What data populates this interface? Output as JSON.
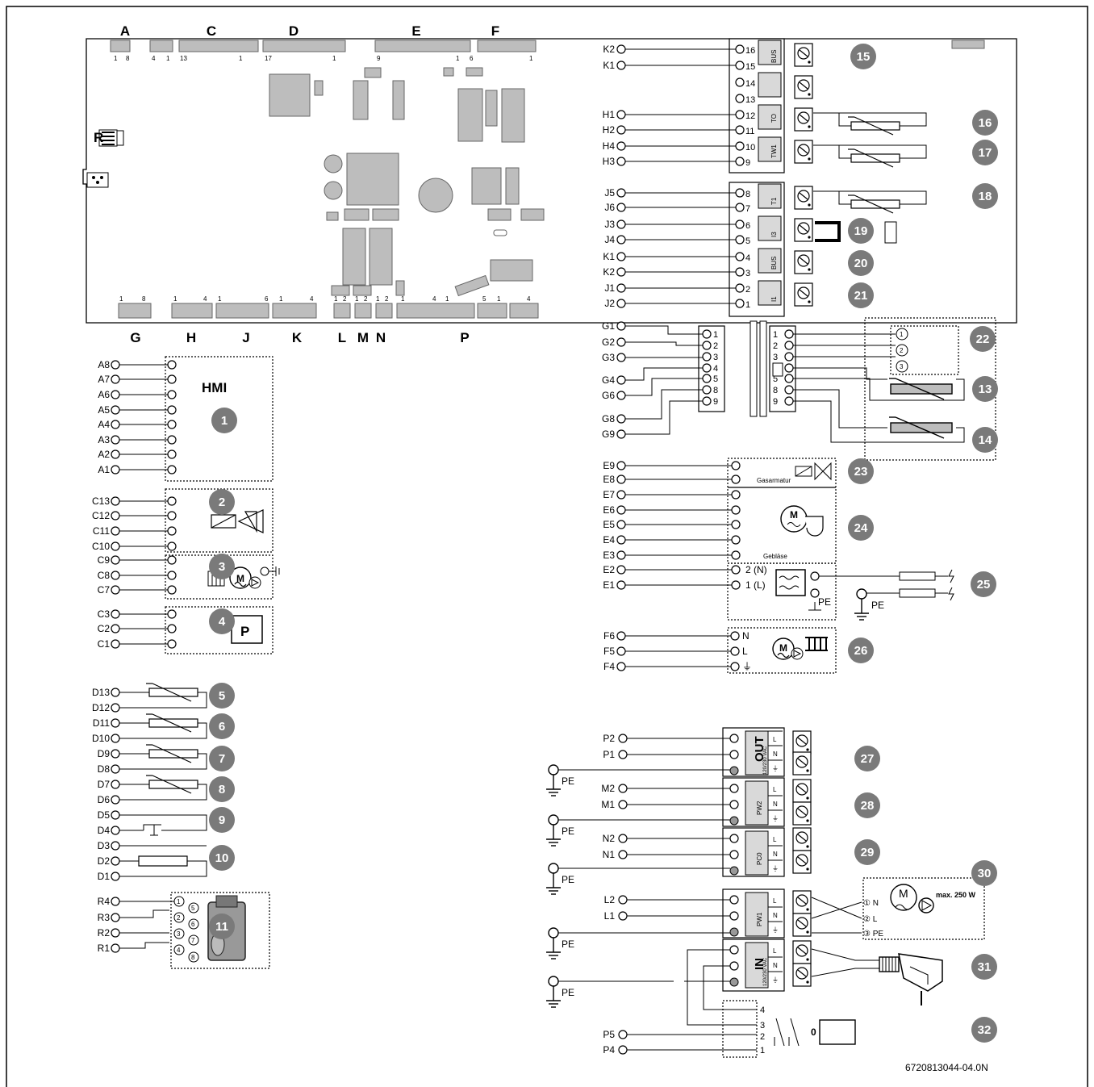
{
  "board": {
    "top_letters": [
      "A",
      "C",
      "D",
      "E",
      "F"
    ],
    "bottom_letters": [
      "G",
      "H",
      "J",
      "K",
      "L",
      "M",
      "N",
      "P"
    ],
    "side_letter": "R",
    "top_pin_marks": [
      "1",
      "8",
      "4",
      "1",
      "13",
      "1",
      "17",
      "1",
      "9",
      "1",
      "6",
      "1"
    ],
    "bottom_pin_marks": [
      "1",
      "8",
      "1",
      "4",
      "1",
      "6",
      "1",
      "4",
      "1",
      "2",
      "1",
      "2",
      "1",
      "2",
      "1",
      "4",
      "1",
      "5",
      "1",
      "4"
    ]
  },
  "left_groups": {
    "hmi_label": "HMI",
    "group1_pins": [
      "A8",
      "A7",
      "A6",
      "A5",
      "A4",
      "A3",
      "A2",
      "A1"
    ],
    "group2_pins": [
      "C13",
      "C12",
      "C11",
      "C10"
    ],
    "group3_pins": [
      "C9",
      "C8",
      "C7"
    ],
    "group4_pins": [
      "C3",
      "C2",
      "C1"
    ],
    "pressure_label": "P",
    "motor_label": "M",
    "sensor_pins": [
      "D13",
      "D12",
      "D11",
      "D10",
      "D9",
      "D8",
      "D7",
      "D6",
      "D5",
      "D4",
      "D3",
      "D2",
      "D1"
    ],
    "r_pins": [
      "R4",
      "R3",
      "R2",
      "R1"
    ],
    "r_terminals": [
      "1",
      "2",
      "3",
      "4",
      "5",
      "6",
      "7",
      "8"
    ]
  },
  "right_groups": {
    "terminal_a_pins": [
      "K2",
      "K1",
      "H1",
      "H2",
      "H4",
      "H3"
    ],
    "terminal_a_numbers": [
      "16",
      "15",
      "14",
      "13",
      "12",
      "11",
      "10",
      "9"
    ],
    "terminal_b_pins": [
      "J5",
      "J6",
      "J3",
      "J4",
      "K1",
      "K2",
      "J1",
      "J2"
    ],
    "terminal_b_numbers": [
      "8",
      "7",
      "6",
      "5",
      "4",
      "3",
      "2",
      "1"
    ],
    "terminal_a_tags": [
      "BUS",
      "TO",
      "TW1"
    ],
    "terminal_b_tags": [
      "T1",
      "I3",
      "BUS",
      "I1"
    ],
    "g_pins": [
      "G1",
      "G2",
      "G3",
      "G4",
      "G6",
      "G8",
      "G9"
    ],
    "g_numbers": [
      "1",
      "2",
      "3",
      "4",
      "5",
      "8",
      "9"
    ],
    "g_circles": [
      "1",
      "2",
      "3"
    ],
    "e_pins": [
      "E9",
      "E8",
      "E7",
      "E6",
      "E5",
      "E4",
      "E3",
      "E2",
      "E1"
    ],
    "gas_label": "Gasarmatur",
    "fan_label": "Gebläse",
    "fan_motor": "M",
    "ign_labels": [
      "2 (N)",
      "1 (L)"
    ],
    "pe_label": "PE",
    "f_pins": [
      "F6",
      "F5",
      "F4"
    ],
    "f_labels": [
      "N",
      "L",
      "⏚"
    ],
    "f_motor": "M",
    "p_pins": [
      "P2",
      "P1",
      "M2",
      "M1",
      "N2",
      "N1",
      "L2",
      "L1",
      "P5",
      "P4"
    ],
    "out_label": "OUT",
    "in_label": "IN",
    "voltage_label": "120/230 VAC",
    "term_letters": [
      "L",
      "N",
      "⏚"
    ],
    "pw_labels": [
      "PW2",
      "PC0",
      "PW1"
    ],
    "motor_30": "M",
    "power_30": "max. 250 W",
    "motor_30_labels": [
      "① N",
      "② L",
      "③ PE"
    ],
    "switch_numbers": [
      "4",
      "3",
      "2",
      "1"
    ],
    "switch_zero": "0",
    "figure_id": "6720813044-04.0N"
  },
  "badges": [
    "1",
    "2",
    "3",
    "4",
    "5",
    "6",
    "7",
    "8",
    "9",
    "10",
    "11",
    "13",
    "14",
    "15",
    "16",
    "17",
    "18",
    "19",
    "20",
    "21",
    "22",
    "23",
    "24",
    "25",
    "26",
    "27",
    "28",
    "29",
    "30",
    "31",
    "32"
  ]
}
